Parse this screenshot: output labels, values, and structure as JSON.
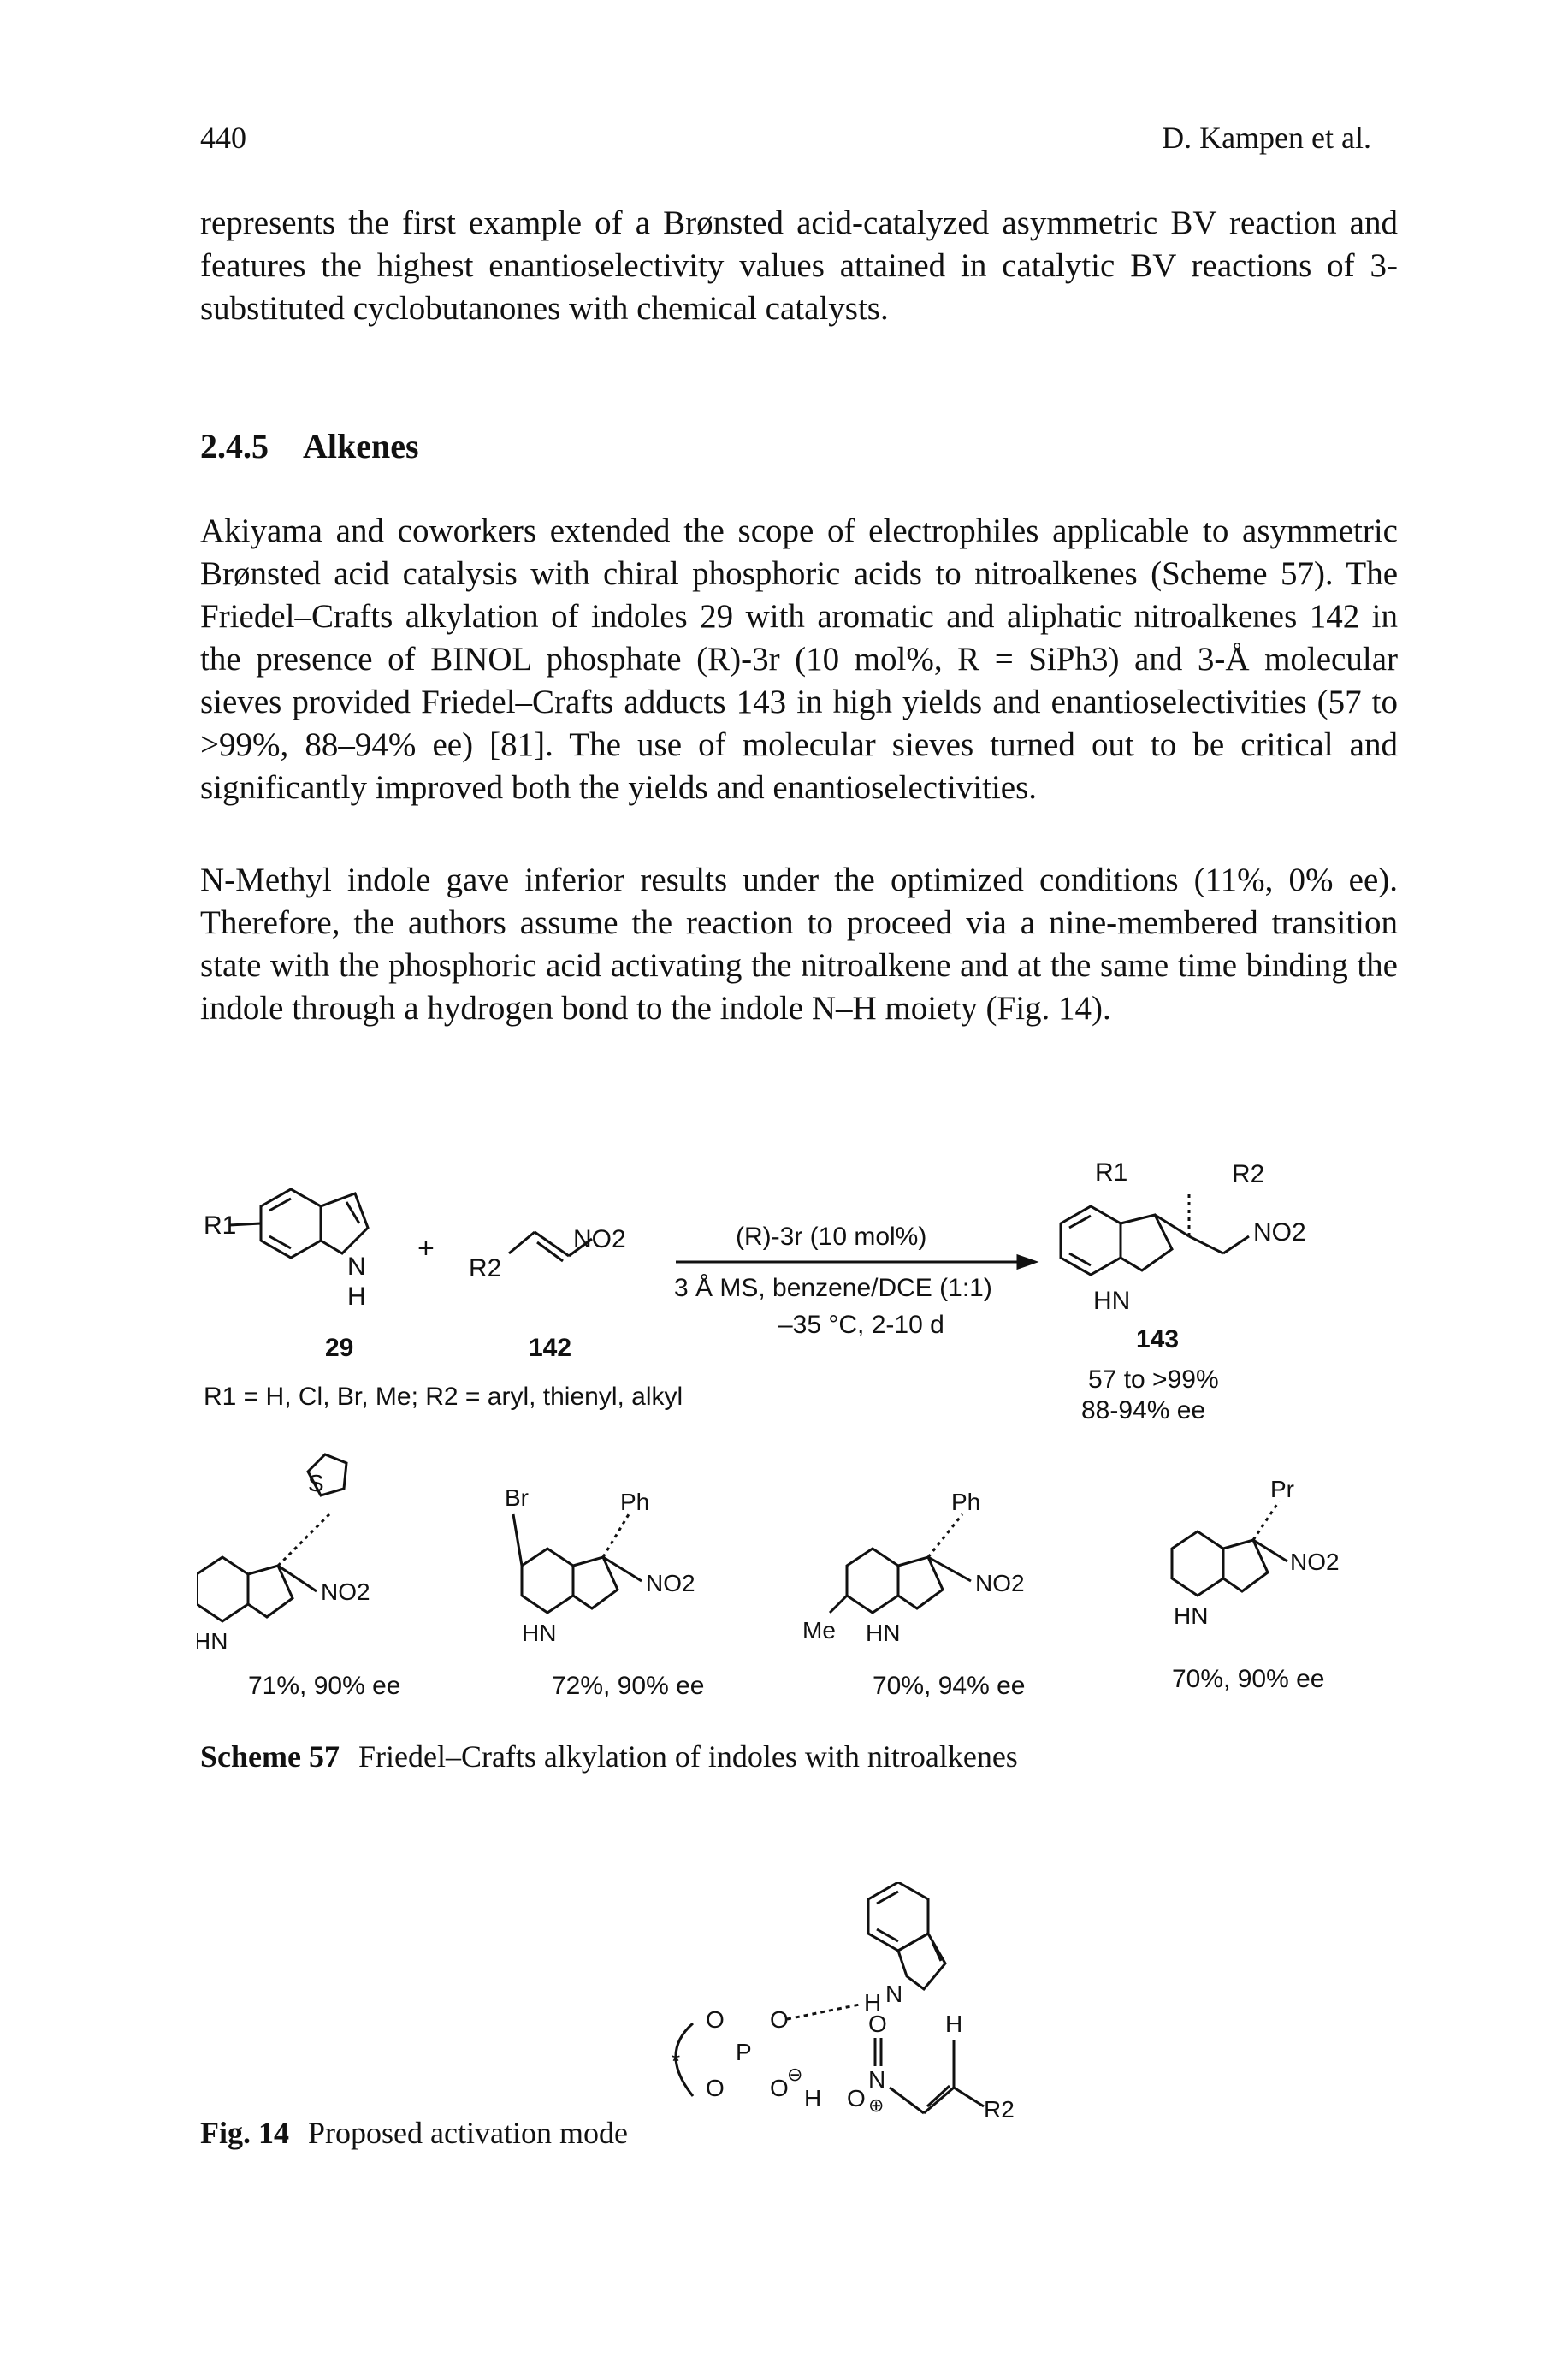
{
  "header": {
    "page_number": "440",
    "running_head": "D. Kampen et al."
  },
  "paragraphs": [
    "represents the first example of a Brønsted acid-catalyzed asymmetric BV reaction and features the highest enantioselectivity values attained in catalytic BV reactions of 3-substituted cyclobutanones with chemical catalysts.",
    "Akiyama and coworkers extended the scope of electrophiles applicable to asymmetric Brønsted acid catalysis with chiral phosphoric acids to nitroalkenes (Scheme 57). The Friedel–Crafts alkylation of indoles 29 with aromatic and aliphatic nitroalkenes 142 in the presence of BINOL phosphate (R)-3r (10 mol%, R = SiPh3) and 3-Å molecular sieves provided Friedel–Crafts adducts 143 in high yields and enantioselectivities (57 to >99%, 88–94% ee) [81]. The use of molecular sieves turned out to be critical and significantly improved both the yields and enantioselectivities.",
    "N-Methyl indole gave inferior results under the optimized conditions (11%, 0% ee). Therefore, the authors assume the reaction to proceed via a nine-membered transition state with the phosphoric acid activating the nitroalkene and at the same time binding the indole through a hydrogen bond to the indole N–H moiety (Fig. 14)."
  ],
  "section": {
    "number": "2.4.5",
    "title": "Alkenes"
  },
  "scheme": {
    "plus": "+",
    "r1_label": "R1",
    "r2_label": "R2",
    "nh_n": "N",
    "nh_h": "H",
    "no2": "NO2",
    "cond_catalyst": "(R)-3r (10 mol%)",
    "cond_ms": "3 Å MS, benzene/DCE (1:1)",
    "cond_temp": "–35 °C, 2-10 d",
    "compound_29": "29",
    "compound_142": "142",
    "compound_143": "143",
    "substituents": "R1 = H, Cl, Br, Me; R2 = aryl, thienyl, alkyl",
    "yield_range": "57 to >99%",
    "ee_range": "88-94% ee",
    "examples": [
      {
        "substituent": "S",
        "result": "71%, 90% ee"
      },
      {
        "substituent": "Ph",
        "ring_sub": "Br",
        "result": "72%, 90% ee"
      },
      {
        "substituent": "Ph",
        "ring_sub": "Me",
        "result": "70%, 94% ee"
      },
      {
        "substituent": "Pr",
        "result": "70%, 90% ee"
      }
    ],
    "hn_label": "HN",
    "caption_label": "Scheme 57",
    "caption_text": "Friedel–Crafts alkylation of indoles with nitroalkenes"
  },
  "figure14": {
    "caption_label": "Fig. 14",
    "caption_text": "Proposed activation mode",
    "atoms": {
      "o": "O",
      "p": "P",
      "n": "N",
      "h": "H",
      "r2": "R2",
      "star": "*",
      "minus": "⊖",
      "plus": "⊕"
    }
  }
}
